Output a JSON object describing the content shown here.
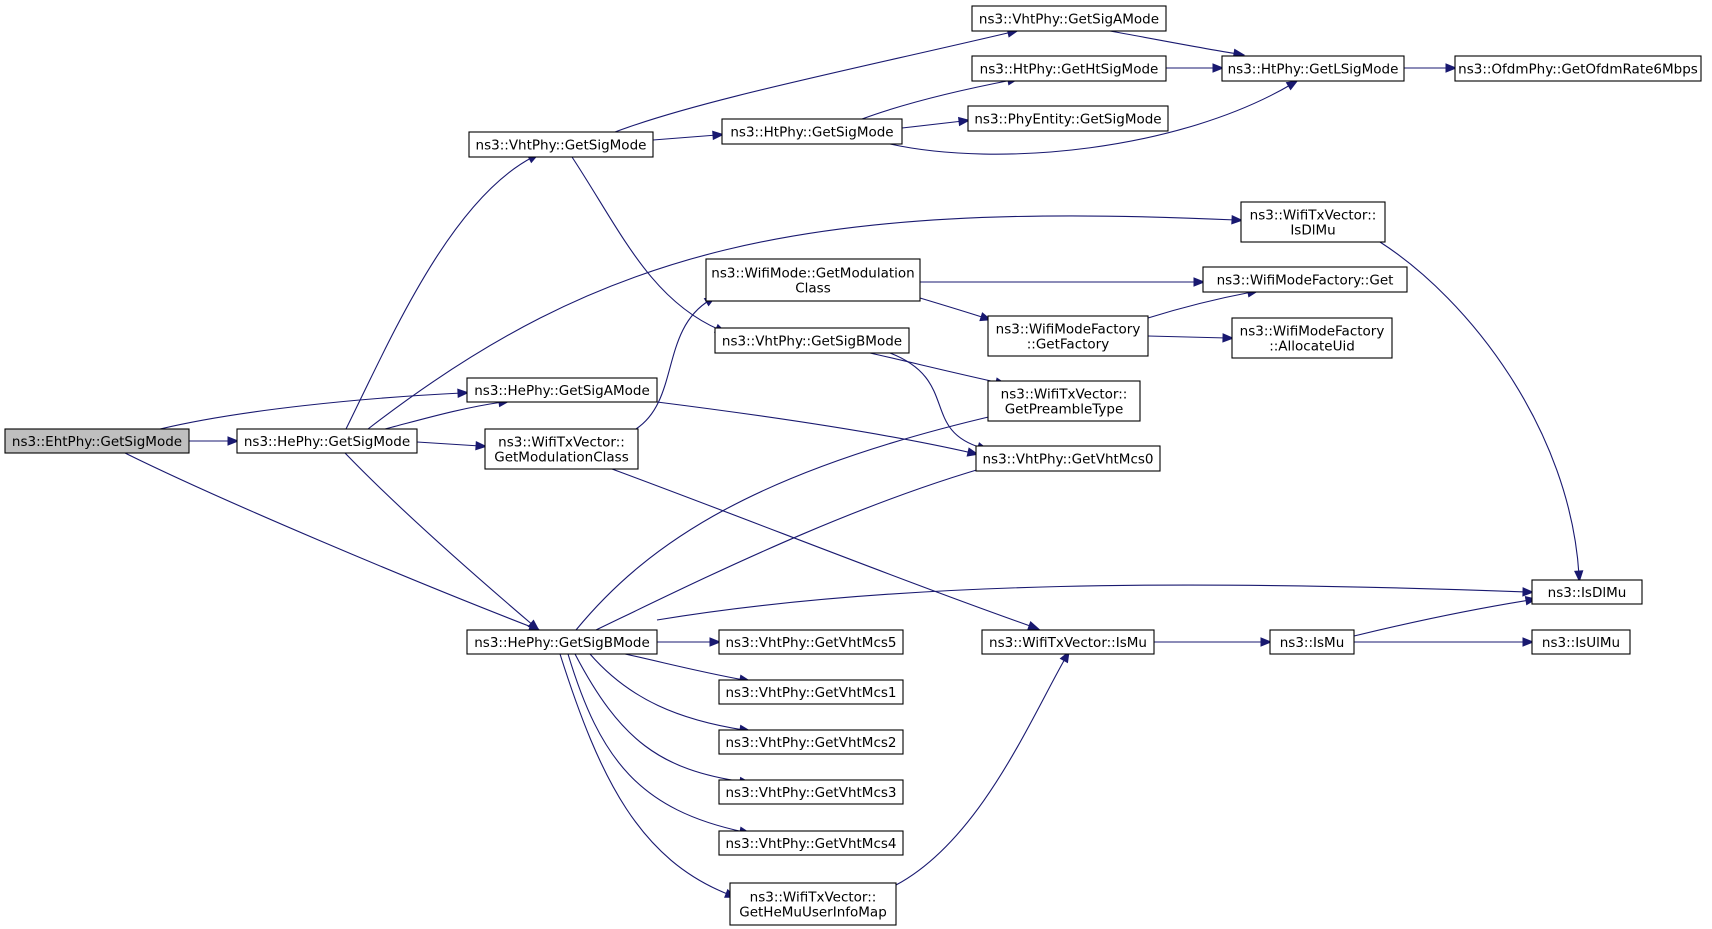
{
  "graph": {
    "nodes": [
      {
        "id": "eht_getsigmode",
        "lines": [
          "ns3::EhtPhy::GetSigMode"
        ]
      },
      {
        "id": "he_getsigmode",
        "lines": [
          "ns3::HePhy::GetSigMode"
        ]
      },
      {
        "id": "he_getsigamode",
        "lines": [
          "ns3::HePhy::GetSigAMode"
        ]
      },
      {
        "id": "he_getsigbmode",
        "lines": [
          "ns3::HePhy::GetSigBMode"
        ]
      },
      {
        "id": "vht_getsigmode",
        "lines": [
          "ns3::VhtPhy::GetSigMode"
        ]
      },
      {
        "id": "txv_getmodclass",
        "lines": [
          "ns3::WifiTxVector::",
          "GetModulationClass"
        ]
      },
      {
        "id": "vht_getsigamode",
        "lines": [
          "ns3::VhtPhy::GetSigAMode"
        ]
      },
      {
        "id": "ht_gethtsigmode",
        "lines": [
          "ns3::HtPhy::GetHtSigMode"
        ]
      },
      {
        "id": "ht_getsigmode",
        "lines": [
          "ns3::HtPhy::GetSigMode"
        ]
      },
      {
        "id": "phyentity_getsigmode",
        "lines": [
          "ns3::PhyEntity::GetSigMode"
        ]
      },
      {
        "id": "ht_getlsigmode",
        "lines": [
          "ns3::HtPhy::GetLSigMode"
        ]
      },
      {
        "id": "ofdm_rate6",
        "lines": [
          "ns3::OfdmPhy::GetOfdmRate6Mbps"
        ]
      },
      {
        "id": "txv_isdlmu",
        "lines": [
          "ns3::WifiTxVector::",
          "IsDlMu"
        ]
      },
      {
        "id": "wifimode_getmodclass",
        "lines": [
          "ns3::WifiMode::GetModulation",
          "Class"
        ]
      },
      {
        "id": "modefactory_get",
        "lines": [
          "ns3::WifiModeFactory::Get"
        ]
      },
      {
        "id": "modefactory_getfactory",
        "lines": [
          "ns3::WifiModeFactory",
          "::GetFactory"
        ]
      },
      {
        "id": "modefactory_allocuid",
        "lines": [
          "ns3::WifiModeFactory",
          "::AllocateUid"
        ]
      },
      {
        "id": "vht_getsigbmode",
        "lines": [
          "ns3::VhtPhy::GetSigBMode"
        ]
      },
      {
        "id": "txv_getpreamble",
        "lines": [
          "ns3::WifiTxVector::",
          "GetPreambleType"
        ]
      },
      {
        "id": "vht_mcs0",
        "lines": [
          "ns3::VhtPhy::GetVhtMcs0"
        ]
      },
      {
        "id": "isdlmu",
        "lines": [
          "ns3::IsDlMu"
        ]
      },
      {
        "id": "vht_mcs5",
        "lines": [
          "ns3::VhtPhy::GetVhtMcs5"
        ]
      },
      {
        "id": "txv_ismu",
        "lines": [
          "ns3::WifiTxVector::IsMu"
        ]
      },
      {
        "id": "ismu",
        "lines": [
          "ns3::IsMu"
        ]
      },
      {
        "id": "isulmu",
        "lines": [
          "ns3::IsUlMu"
        ]
      },
      {
        "id": "vht_mcs1",
        "lines": [
          "ns3::VhtPhy::GetVhtMcs1"
        ]
      },
      {
        "id": "vht_mcs2",
        "lines": [
          "ns3::VhtPhy::GetVhtMcs2"
        ]
      },
      {
        "id": "vht_mcs3",
        "lines": [
          "ns3::VhtPhy::GetVhtMcs3"
        ]
      },
      {
        "id": "vht_mcs4",
        "lines": [
          "ns3::VhtPhy::GetVhtMcs4"
        ]
      },
      {
        "id": "txv_gethemuuserinfomap",
        "lines": [
          "ns3::WifiTxVector::",
          "GetHeMuUserInfoMap"
        ]
      }
    ],
    "edges": [
      {
        "from": "eht_getsigmode",
        "to": "he_getsigmode"
      },
      {
        "from": "eht_getsigmode",
        "to": "he_getsigamode"
      },
      {
        "from": "eht_getsigmode",
        "to": "he_getsigbmode"
      },
      {
        "from": "he_getsigmode",
        "to": "vht_getsigmode"
      },
      {
        "from": "he_getsigmode",
        "to": "he_getsigamode"
      },
      {
        "from": "he_getsigmode",
        "to": "txv_getmodclass"
      },
      {
        "from": "he_getsigmode",
        "to": "txv_isdlmu"
      },
      {
        "from": "he_getsigmode",
        "to": "he_getsigbmode"
      },
      {
        "from": "vht_getsigmode",
        "to": "vht_getsigamode"
      },
      {
        "from": "vht_getsigmode",
        "to": "ht_getsigmode"
      },
      {
        "from": "vht_getsigmode",
        "to": "vht_getsigbmode"
      },
      {
        "from": "vht_getsigamode",
        "to": "ht_getlsigmode"
      },
      {
        "from": "ht_gethtsigmode",
        "to": "ht_getlsigmode"
      },
      {
        "from": "ht_getsigmode",
        "to": "ht_gethtsigmode"
      },
      {
        "from": "ht_getsigmode",
        "to": "phyentity_getsigmode"
      },
      {
        "from": "ht_getsigmode",
        "to": "ht_getlsigmode"
      },
      {
        "from": "ht_getlsigmode",
        "to": "ofdm_rate6"
      },
      {
        "from": "txv_isdlmu",
        "to": "isdlmu"
      },
      {
        "from": "txv_getmodclass",
        "to": "wifimode_getmodclass"
      },
      {
        "from": "txv_getmodclass",
        "to": "txv_ismu"
      },
      {
        "from": "wifimode_getmodclass",
        "to": "modefactory_get"
      },
      {
        "from": "wifimode_getmodclass",
        "to": "modefactory_getfactory"
      },
      {
        "from": "modefactory_getfactory",
        "to": "modefactory_get"
      },
      {
        "from": "modefactory_getfactory",
        "to": "modefactory_allocuid"
      },
      {
        "from": "vht_getsigbmode",
        "to": "txv_getpreamble"
      },
      {
        "from": "vht_getsigbmode",
        "to": "vht_mcs0"
      },
      {
        "from": "he_getsigamode",
        "to": "vht_mcs0"
      },
      {
        "from": "he_getsigbmode",
        "to": "txv_getpreamble"
      },
      {
        "from": "he_getsigbmode",
        "to": "vht_mcs0"
      },
      {
        "from": "he_getsigbmode",
        "to": "isdlmu"
      },
      {
        "from": "he_getsigbmode",
        "to": "vht_mcs5"
      },
      {
        "from": "he_getsigbmode",
        "to": "vht_mcs1"
      },
      {
        "from": "he_getsigbmode",
        "to": "vht_mcs2"
      },
      {
        "from": "he_getsigbmode",
        "to": "vht_mcs3"
      },
      {
        "from": "he_getsigbmode",
        "to": "vht_mcs4"
      },
      {
        "from": "he_getsigbmode",
        "to": "txv_gethemuuserinfomap"
      },
      {
        "from": "txv_gethemuuserinfomap",
        "to": "txv_ismu"
      },
      {
        "from": "txv_ismu",
        "to": "ismu"
      },
      {
        "from": "ismu",
        "to": "isdlmu"
      },
      {
        "from": "ismu",
        "to": "isulmu"
      }
    ]
  },
  "colors": {
    "edge": "#191970",
    "node_border": "#000000",
    "node_fill": "#ffffff",
    "root_fill": "#bfbfbf"
  }
}
